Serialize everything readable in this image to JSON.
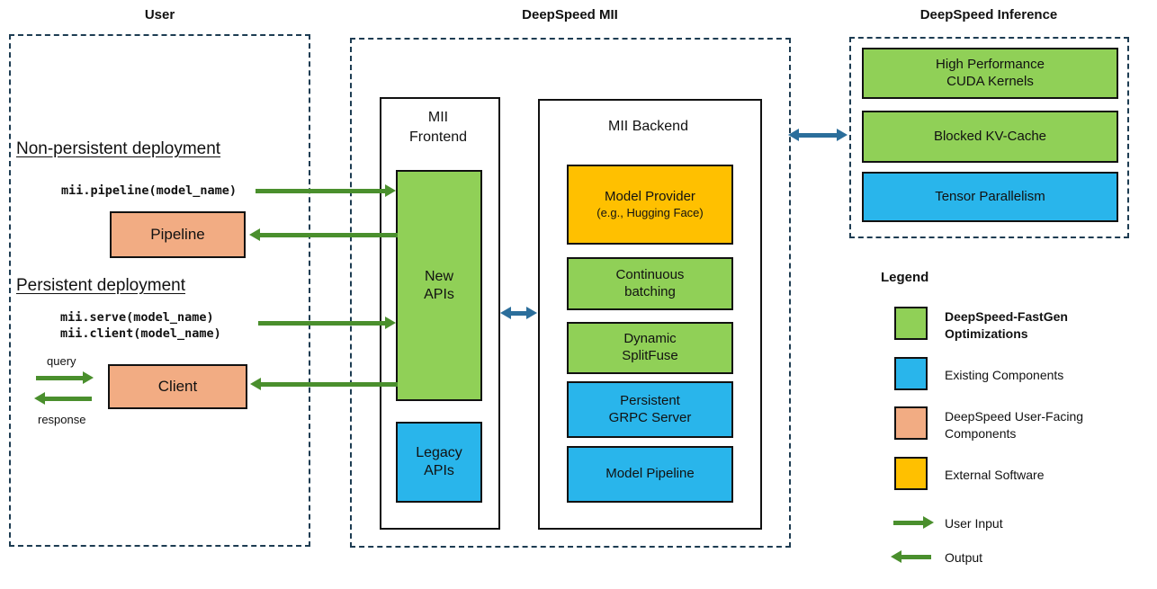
{
  "colors": {
    "fastgen_green": "#90d057",
    "existing_blue": "#29b5eb",
    "user_facing_salmon": "#f2ac83",
    "external_yellow": "#ffc000",
    "input_output_arrow_green": "#4a8f2d",
    "link_arrow_blue": "#2b6e9b",
    "dashed_border": "#1d3c52"
  },
  "user_section": {
    "title": "User",
    "nonpersistent_heading": "Non-persistent deployment",
    "pipeline_call": "mii.pipeline(model_name)",
    "pipeline_box_label": "Pipeline",
    "persistent_heading": "Persistent deployment",
    "serve_calls": "mii.serve(model_name)\nmii.client(model_name)",
    "query_label": "query",
    "client_box_label": "Client",
    "response_label": "response"
  },
  "mii_section": {
    "title": "DeepSpeed MII",
    "frontend": {
      "title": "MII\nFrontend",
      "new_apis_label": "New\nAPIs",
      "legacy_apis_label": "Legacy\nAPIs"
    },
    "backend": {
      "title": "MII Backend",
      "model_provider_label": "Model Provider",
      "model_provider_sub": "(e.g., Hugging Face)",
      "continuous_batching_label": "Continuous\nbatching",
      "dynamic_splitfuse_label": "Dynamic\nSplitFuse",
      "grpc_server_label": "Persistent\nGRPC Server",
      "model_pipeline_label": "Model Pipeline"
    }
  },
  "inference_section": {
    "title": "DeepSpeed Inference",
    "cuda_kernels_label": "High Performance\nCUDA Kernels",
    "kv_cache_label": "Blocked KV-Cache",
    "tensor_parallelism_label": "Tensor Parallelism"
  },
  "legend": {
    "title": "Legend",
    "items": [
      {
        "swatch": "green",
        "label": "DeepSpeed-FastGen\nOptimizations"
      },
      {
        "swatch": "blue",
        "label": "Existing Components"
      },
      {
        "swatch": "salmon",
        "label": "DeepSpeed User-Facing\nComponents"
      },
      {
        "swatch": "yellow",
        "label": "External Software"
      }
    ],
    "user_input_label": "User Input",
    "output_label": "Output"
  }
}
